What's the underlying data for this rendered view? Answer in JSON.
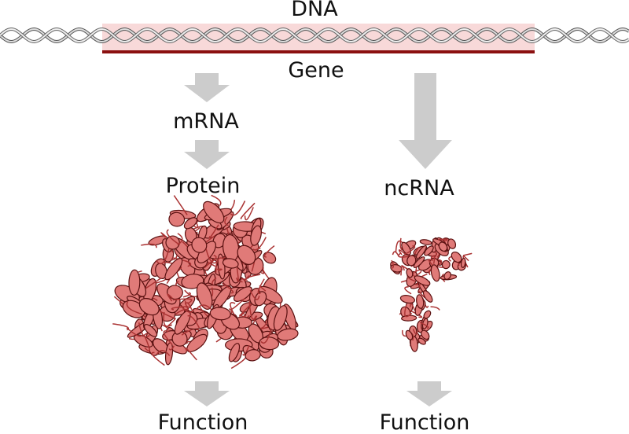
{
  "labels": {
    "dna": "DNA",
    "gene": "Gene",
    "mrna": "mRNA",
    "protein": "Protein",
    "ncrna": "ncRNA",
    "function_protein": "Function",
    "function_ncrna": "Function"
  },
  "colors": {
    "arrow": "#cccccc",
    "gene_band": "#f6c9c9",
    "gene_line": "#8b1010",
    "structure_fill": "#e07a78",
    "structure_edge": "#5a1010",
    "helix": "#888888"
  }
}
